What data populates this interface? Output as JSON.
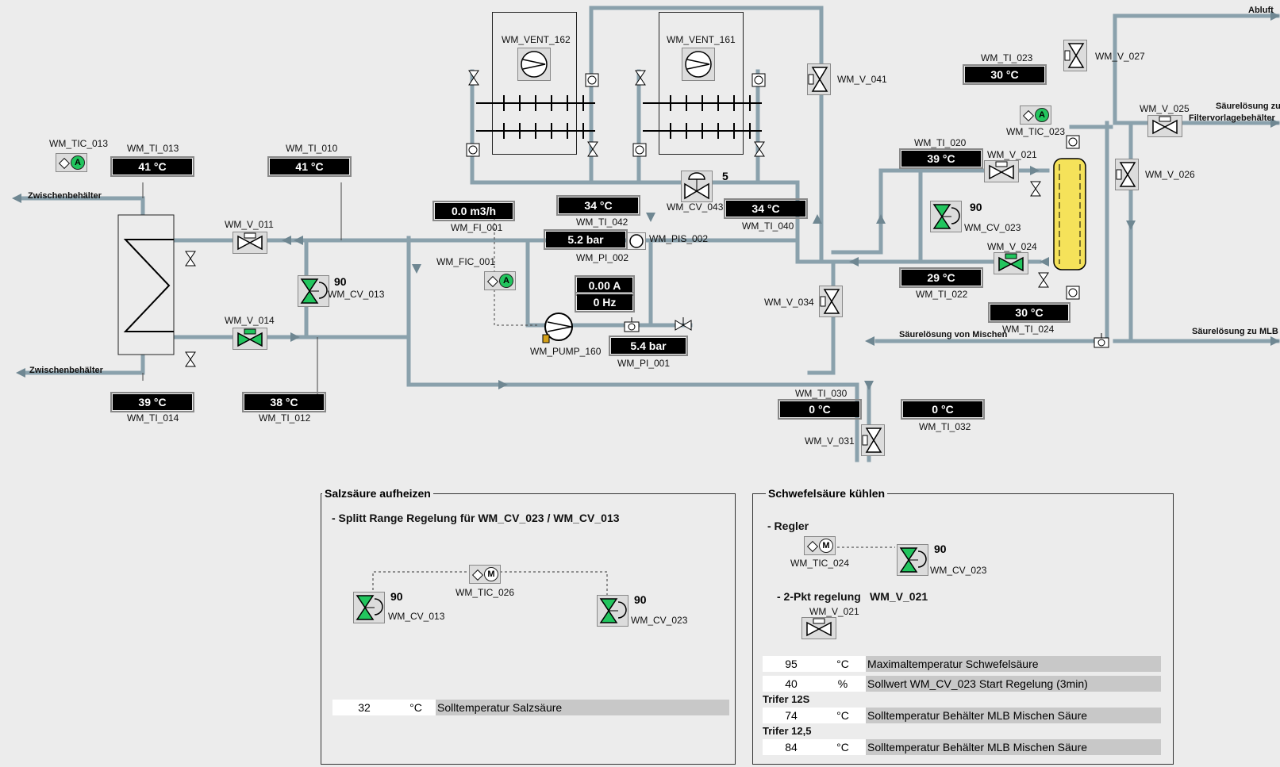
{
  "stream_labels": {
    "abluft": "Abluft",
    "zwischen_top": "Zwischenbehälter",
    "zwischen_bottom": "Zwischenbehälter",
    "filter_line1": "Säurelösung zu",
    "filter_line2": "Filtervorlagebehälter",
    "von_mischen": "Säurelösung von Mischen",
    "zu_mlb": "Säurelösung zu MLB"
  },
  "displays": {
    "ti_013": {
      "tag": "WM_TI_013",
      "value": "41 °C"
    },
    "ti_010": {
      "tag": "WM_TI_010",
      "value": "41 °C"
    },
    "ti_014": {
      "tag": "WM_TI_014",
      "value": "39 °C"
    },
    "ti_012": {
      "tag": "WM_TI_012",
      "value": "38 °C"
    },
    "fi_001": {
      "tag": "WM_FI_001",
      "value": "0.0 m3/h"
    },
    "ti_042": {
      "tag": "WM_TI_042",
      "value": "34 °C"
    },
    "ti_040": {
      "tag": "WM_TI_040",
      "value": "34 °C"
    },
    "pi_002": {
      "tag": "WM_PI_002",
      "value": "5.2 bar"
    },
    "pump_a": {
      "value": "0.00 A"
    },
    "pump_hz": {
      "value": "0 Hz"
    },
    "pi_001": {
      "tag": "WM_PI_001",
      "value": "5.4 bar"
    },
    "ti_030": {
      "tag": "WM_TI_030",
      "value": "0 °C"
    },
    "ti_032": {
      "tag": "WM_TI_032",
      "value": "0 °C"
    },
    "ti_023": {
      "tag": "WM_TI_023",
      "value": "30 °C"
    },
    "ti_020": {
      "tag": "WM_TI_020",
      "value": "39 °C"
    },
    "ti_022": {
      "tag": "WM_TI_022",
      "value": "29 °C"
    },
    "ti_024": {
      "tag": "WM_TI_024",
      "value": "30 °C"
    }
  },
  "tags": {
    "tic_013": "WM_TIC_013",
    "tic_023": "WM_TIC_023",
    "fic_001": "WM_FIC_001",
    "pis_002": "WM_PIS_002",
    "pump_160": "WM_PUMP_160",
    "vent_162": "WM_VENT_162",
    "vent_161": "WM_VENT_161",
    "v_011": "WM_V_011",
    "v_014": "WM_V_014",
    "cv_013": "WM_CV_013",
    "cv_043": "WM_CV_043",
    "v_041": "WM_V_041",
    "v_034": "WM_V_034",
    "v_031": "WM_V_031",
    "v_027": "WM_V_027",
    "v_025": "WM_V_025",
    "v_026": "WM_V_026",
    "v_021": "WM_V_021",
    "v_024": "WM_V_024",
    "cv_023": "WM_CV_023"
  },
  "valve_values": {
    "cv_013": "90",
    "cv_043": "5",
    "cv_023": "90"
  },
  "icon_letters": {
    "auto": "A",
    "manual": "M"
  },
  "panel_left": {
    "title": "Salzsäure aufheizen",
    "subtitle": "- Splitt Range Regelung für WM_CV_023 / WM_CV_013",
    "cv_left_tag": "WM_CV_013",
    "cv_left_value": "90",
    "tic_tag": "WM_TIC_026",
    "cv_right_tag": "WM_CV_023",
    "cv_right_value": "90",
    "param": {
      "value": "32",
      "unit": "°C",
      "desc": "Solltemperatur Salzsäure"
    }
  },
  "panel_right": {
    "title": "Schwefelsäure kühlen",
    "regler_label": "- Regler",
    "tic_tag": "WM_TIC_024",
    "cv_tag": "WM_CV_023",
    "cv_value": "90",
    "twopt_label": "- 2-Pkt regelung",
    "twopt_valve": "WM_V_021",
    "valve_tag": "WM_V_021",
    "params": [
      {
        "value": "95",
        "unit": "°C",
        "desc": "Maximaltemperatur Schwefelsäure"
      },
      {
        "value": "40",
        "unit": "%",
        "desc": "Sollwert WM_CV_023 Start Regelung (3min)"
      }
    ],
    "trifer_12s": "Trifer 12S",
    "param_12s": {
      "value": "74",
      "unit": "°C",
      "desc": "Solltemperatur Behälter MLB Mischen Säure"
    },
    "trifer_125": "Trifer 12,5",
    "param_125": {
      "value": "84",
      "unit": "°C",
      "desc": "Solltemperatur Behälter MLB Mischen Säure"
    }
  },
  "colors": {
    "pipe": "#8aa1ac",
    "pipe_edge": "#6f8792",
    "valve_open": "#22c55e",
    "tank": "#f5e25a",
    "display_bg": "#000000"
  }
}
